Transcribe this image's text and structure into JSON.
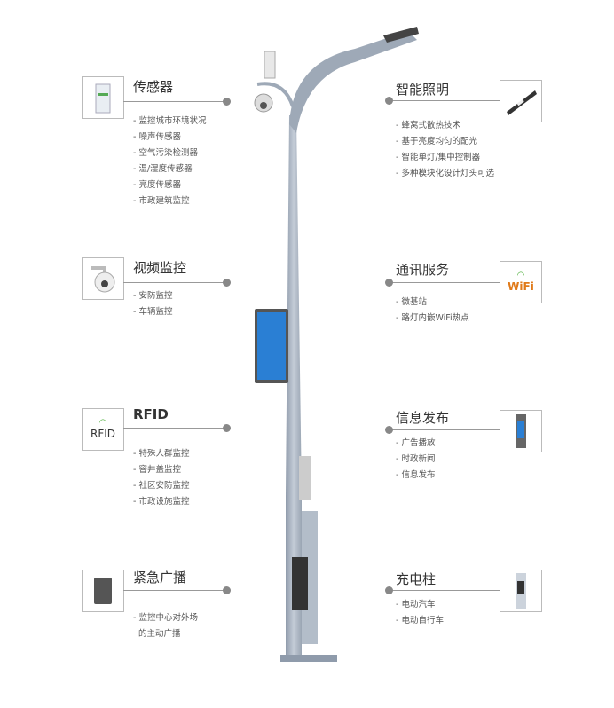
{
  "left": [
    {
      "title": "传感器",
      "icon": "sensor-icon",
      "items": [
        "监控城市环境状况",
        "噪声传感器",
        "空气污染检测器",
        "温/湿度传感器",
        "亮度传感器",
        "市政建筑监控"
      ]
    },
    {
      "title": "视频监控",
      "icon": "camera-icon",
      "items": [
        "安防监控",
        "车辆监控"
      ]
    },
    {
      "title": "RFID",
      "icon": "rfid-icon",
      "icon_text": "RFID",
      "items": [
        "特殊人群监控",
        "窨井盖监控",
        "社区安防监控",
        "市政设施监控"
      ]
    },
    {
      "title": "紧急广播",
      "icon": "speaker-icon",
      "items": [
        "监控中心对外场",
        "的主动广播"
      ]
    }
  ],
  "right": [
    {
      "title": "智能照明",
      "icon": "lamp-icon",
      "items": [
        "蜂窝式散热技术",
        "基于亮度均匀的配光",
        "智能单灯/集中控制器",
        "多种模块化设计灯头可选"
      ]
    },
    {
      "title": "通讯服务",
      "icon": "wifi-icon",
      "icon_text": "WiFi",
      "items": [
        "微基站",
        "路灯内嵌WiFi热点"
      ]
    },
    {
      "title": "信息发布",
      "icon": "display-icon",
      "items": [
        "广告播放",
        "时政新闻",
        "信息发布"
      ]
    },
    {
      "title": "充电柱",
      "icon": "charger-icon",
      "items": [
        "电动汽车",
        "电动自行车"
      ]
    }
  ],
  "colors": {
    "pole": "#a9b4c2",
    "screen": "#2a7fd4",
    "dot": "#888888",
    "wifi_green": "#4caf3a",
    "wifi_orange": "#e07a1a"
  }
}
